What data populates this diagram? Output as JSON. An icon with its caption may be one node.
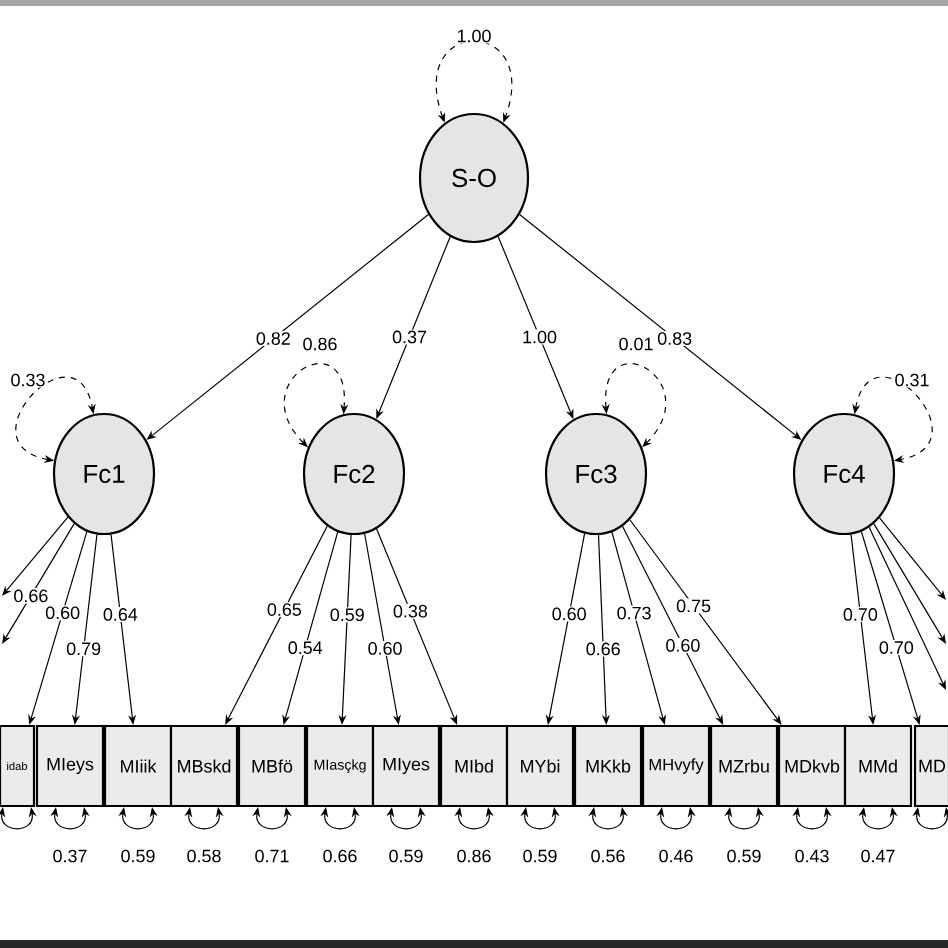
{
  "diagram": {
    "nodes": [
      {
        "text": [
          "S-O"
        ]
      },
      {
        "text": [
          "Fc1"
        ]
      },
      {
        "text": [
          "Fc2"
        ]
      },
      {
        "text": [
          "Fc3"
        ]
      },
      {
        "text": [
          "Fc4"
        ]
      },
      {
        "text": [
          "idab"
        ]
      },
      {
        "text": [
          "MIeys"
        ]
      },
      {
        "text": [
          "MIiik"
        ]
      },
      {
        "text": [
          "MBskd"
        ]
      },
      {
        "text": [
          "MBfö"
        ]
      },
      {
        "text": [
          "MIasçkg"
        ]
      },
      {
        "text": [
          "MIyes"
        ]
      },
      {
        "text": [
          "MIbd"
        ]
      },
      {
        "text": [
          "MYbi"
        ]
      },
      {
        "text": [
          "MKkb"
        ]
      },
      {
        "text": [
          "MHvyfy"
        ]
      },
      {
        "text": [
          "MZrbu"
        ]
      },
      {
        "text": [
          "MDkvb"
        ]
      },
      {
        "text": [
          "MMd"
        ]
      },
      {
        "text": [
          "MD"
        ]
      }
    ],
    "edges": [
      {
        "from": 0,
        "to": 1,
        "arrow": "to",
        "label": "0.82"
      },
      {
        "from": 0,
        "to": 2,
        "arrow": "to",
        "label": "0.37"
      },
      {
        "from": 0,
        "to": 3,
        "arrow": "to",
        "label": "1.00"
      },
      {
        "from": 0,
        "to": 4,
        "arrow": "to",
        "label": "0.83"
      },
      {
        "from": 0,
        "to": 0,
        "arrow": "both",
        "style": "dashed",
        "label": "1.00"
      },
      {
        "from": 1,
        "to": 1,
        "arrow": "both",
        "style": "dashed",
        "label": "0.33"
      },
      {
        "from": 2,
        "to": 2,
        "arrow": "both",
        "style": "dashed",
        "label": "0.86"
      },
      {
        "from": 3,
        "to": 3,
        "arrow": "both",
        "style": "dashed",
        "label": "0.01"
      },
      {
        "from": 4,
        "to": 4,
        "arrow": "both",
        "style": "dashed",
        "label": "0.31"
      },
      {
        "from": 1,
        "to": null,
        "arrow": "to"
      },
      {
        "from": 1,
        "to": null,
        "arrow": "to",
        "label": "0.66"
      },
      {
        "from": 1,
        "to": 5,
        "arrow": "to",
        "label": "0.60"
      },
      {
        "from": 1,
        "to": 6,
        "arrow": "to",
        "label": "0.79"
      },
      {
        "from": 1,
        "to": 7,
        "arrow": "to",
        "label": "0.64"
      },
      {
        "from": 2,
        "to": 8,
        "arrow": "to",
        "label": "0.65"
      },
      {
        "from": 2,
        "to": 9,
        "arrow": "to",
        "label": "0.54"
      },
      {
        "from": 2,
        "to": 10,
        "arrow": "to",
        "label": "0.59"
      },
      {
        "from": 2,
        "to": 11,
        "arrow": "to",
        "label": "0.60"
      },
      {
        "from": 2,
        "to": 12,
        "arrow": "to",
        "label": "0.38"
      },
      {
        "from": 3,
        "to": 13,
        "arrow": "to",
        "label": "0.60"
      },
      {
        "from": 3,
        "to": 14,
        "arrow": "to",
        "label": "0.66"
      },
      {
        "from": 3,
        "to": 15,
        "arrow": "to",
        "label": "0.73"
      },
      {
        "from": 3,
        "to": 16,
        "arrow": "to",
        "label": "0.60"
      },
      {
        "from": 3,
        "to": 17,
        "arrow": "to",
        "label": "0.75"
      },
      {
        "from": 4,
        "to": 18,
        "arrow": "to",
        "label": "0.70"
      },
      {
        "from": 4,
        "to": 19,
        "arrow": "to",
        "label": "0.70"
      },
      {
        "from": 4,
        "to": null,
        "arrow": "to"
      },
      {
        "from": 4,
        "to": null,
        "arrow": "to"
      },
      {
        "from": 4,
        "to": null,
        "arrow": "to"
      },
      {
        "from": 5,
        "to": 5,
        "arrow": "both"
      },
      {
        "from": 6,
        "to": 6,
        "arrow": "both",
        "label": "0.37"
      },
      {
        "from": 7,
        "to": 7,
        "arrow": "both",
        "label": "0.59"
      },
      {
        "from": 8,
        "to": 8,
        "arrow": "both",
        "label": "0.58"
      },
      {
        "from": 9,
        "to": 9,
        "arrow": "both",
        "label": "0.71"
      },
      {
        "from": 10,
        "to": 10,
        "arrow": "both",
        "label": "0.66"
      },
      {
        "from": 11,
        "to": 11,
        "arrow": "both",
        "label": "0.59"
      },
      {
        "from": 12,
        "to": 12,
        "arrow": "both",
        "label": "0.86"
      },
      {
        "from": 13,
        "to": 13,
        "arrow": "both",
        "label": "0.59"
      },
      {
        "from": 14,
        "to": 14,
        "arrow": "both",
        "label": "0.56"
      },
      {
        "from": 15,
        "to": 15,
        "arrow": "both",
        "label": "0.46"
      },
      {
        "from": 16,
        "to": 16,
        "arrow": "both",
        "label": "0.59"
      },
      {
        "from": 17,
        "to": 17,
        "arrow": "both",
        "label": "0.43"
      },
      {
        "from": 18,
        "to": 18,
        "arrow": "both",
        "label": "0.47"
      },
      {
        "from": 19,
        "to": 19,
        "arrow": "both"
      }
    ]
  }
}
